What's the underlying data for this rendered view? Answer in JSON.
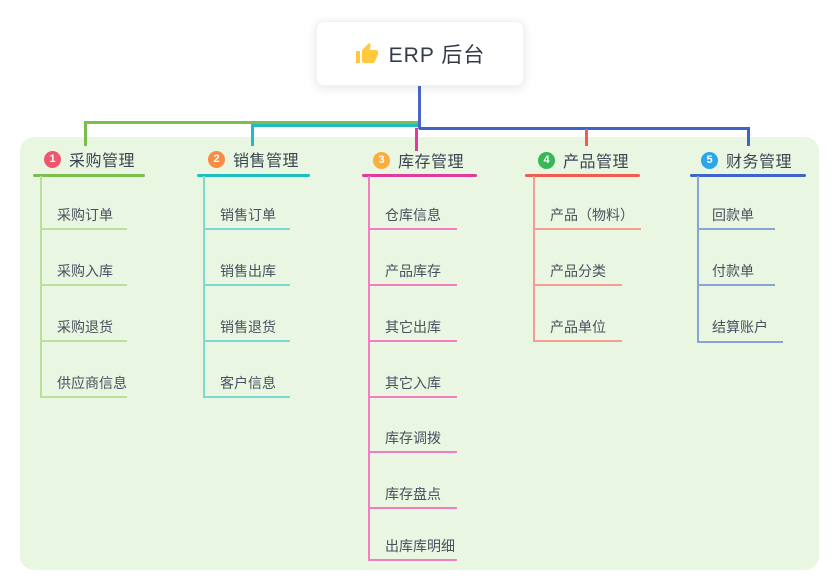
{
  "root": {
    "label": "ERP 后台",
    "icon": "thumbs-up-icon",
    "icon_color": "#FFC83D"
  },
  "panel": {
    "background": "#E9F6E2"
  },
  "stem_color": "#4A66CC",
  "branches": [
    {
      "num": "1",
      "label": "采购管理",
      "badge_color": "#F2566F",
      "line_color": "#7CBE4E",
      "child_line_color": "#B9DF9B",
      "children": [
        "采购订单",
        "采购入库",
        "采购退货",
        "供应商信息"
      ]
    },
    {
      "num": "2",
      "label": "销售管理",
      "badge_color": "#F98B42",
      "line_color": "#1FBEBE",
      "child_line_color": "#7FD8D2",
      "children": [
        "销售订单",
        "销售出库",
        "销售退货",
        "客户信息"
      ]
    },
    {
      "num": "3",
      "label": "库存管理",
      "badge_color": "#FBAE3C",
      "line_color": "#E2399E",
      "child_line_color": "#F07EC0",
      "children": [
        "仓库信息",
        "产品库存",
        "其它出库",
        "其它入库",
        "库存调拨",
        "库存盘点",
        "出库库明细"
      ]
    },
    {
      "num": "4",
      "label": "产品管理",
      "badge_color": "#36B857",
      "line_color": "#F15B50",
      "child_line_color": "#F59D93",
      "children": [
        "产品（物料）",
        "产品分类",
        "产品单位"
      ]
    },
    {
      "num": "5",
      "label": "财务管理",
      "badge_color": "#2BA6E8",
      "line_color": "#3C64CA",
      "child_line_color": "#8BA4D8",
      "children": [
        "回款单",
        "付款单",
        "结算账户"
      ]
    }
  ]
}
